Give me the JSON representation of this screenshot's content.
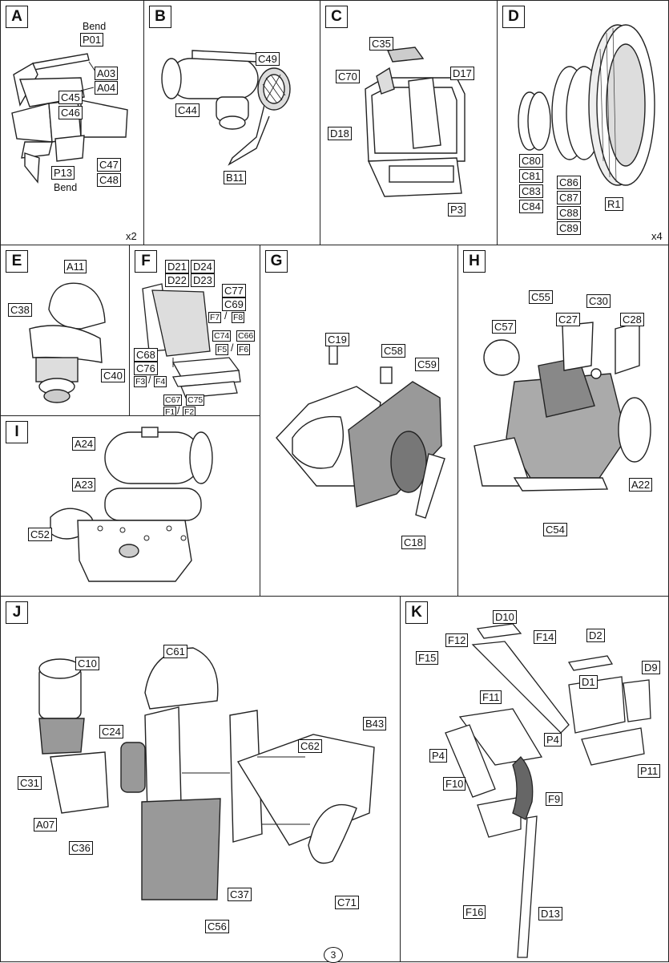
{
  "page_number": "3",
  "steps": {
    "A": {
      "letter": "A",
      "bend_top": "Bend",
      "bend_bottom": "Bend",
      "multiplier": "x2",
      "parts": [
        "P01",
        "A03",
        "A04",
        "C45",
        "C46",
        "P13",
        "C47",
        "C48"
      ]
    },
    "B": {
      "letter": "B",
      "parts": [
        "C49",
        "C44",
        "B11"
      ]
    },
    "C": {
      "letter": "C",
      "parts": [
        "C35",
        "C70",
        "D17",
        "D18",
        "P3"
      ]
    },
    "D": {
      "letter": "D",
      "multiplier": "x4",
      "parts": [
        "C80",
        "C81",
        "C83",
        "C84",
        "C86",
        "C87",
        "C88",
        "C89",
        "R1"
      ]
    },
    "E": {
      "letter": "E",
      "parts": [
        "A11",
        "C38",
        "C40"
      ]
    },
    "F": {
      "letter": "F",
      "slash": "/",
      "parts": [
        "D21",
        "D24",
        "D22",
        "D23",
        "C77",
        "C69",
        "F7",
        "F8",
        "C74",
        "C66",
        "F5",
        "F6",
        "C68",
        "C76",
        "F3",
        "F4",
        "C67",
        "C75",
        "F1",
        "F2"
      ]
    },
    "G": {
      "letter": "G",
      "parts": [
        "C19",
        "C58",
        "C59",
        "C18"
      ]
    },
    "H": {
      "letter": "H",
      "parts": [
        "C55",
        "C30",
        "C57",
        "C27",
        "C28",
        "A22",
        "C54"
      ]
    },
    "I": {
      "letter": "I",
      "parts": [
        "A24",
        "A23",
        "C52"
      ]
    },
    "J": {
      "letter": "J",
      "parts": [
        "C61",
        "C10",
        "C24",
        "C62",
        "B43",
        "C31",
        "A07",
        "C36",
        "C37",
        "C71",
        "C56"
      ]
    },
    "K": {
      "letter": "K",
      "parts": [
        "D10",
        "F12",
        "F14",
        "D2",
        "F15",
        "D1",
        "D9",
        "F11",
        "P4",
        "P4",
        "P11",
        "F10",
        "F9",
        "F16",
        "D13"
      ]
    }
  }
}
